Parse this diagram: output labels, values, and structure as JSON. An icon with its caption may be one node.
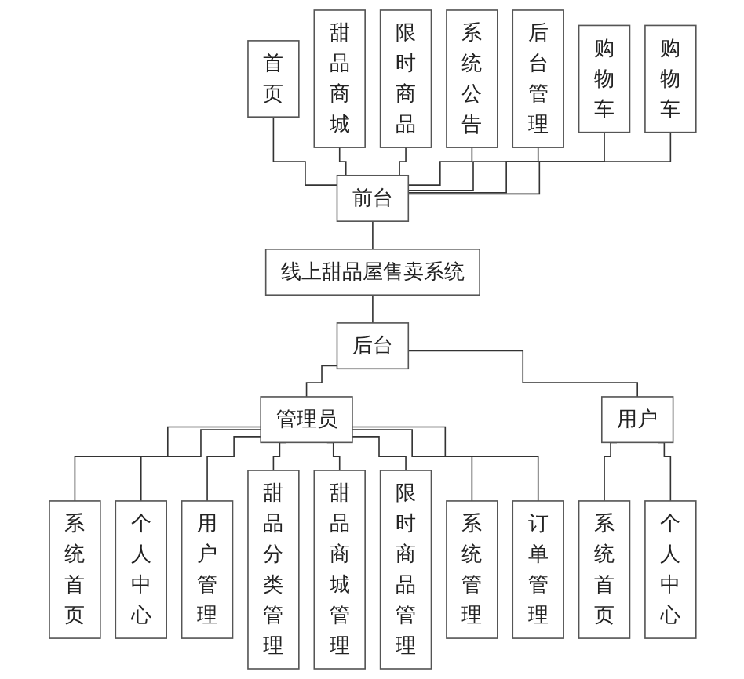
{
  "diagram": {
    "nodes": [
      {
        "text": [
          "首页"
        ]
      },
      {
        "text": [
          "甜品商城"
        ]
      },
      {
        "text": [
          "限时商品"
        ]
      },
      {
        "text": [
          "系统公告"
        ]
      },
      {
        "text": [
          "后台管理"
        ]
      },
      {
        "text": [
          "购物车"
        ]
      },
      {
        "text": [
          "购物车"
        ]
      },
      {
        "text": [
          "前台"
        ]
      },
      {
        "text": [
          "线上甜品屋售卖系统"
        ]
      },
      {
        "text": [
          "后台"
        ]
      },
      {
        "text": [
          "管理员"
        ]
      },
      {
        "text": [
          "用户"
        ]
      },
      {
        "text": [
          "系统首页"
        ]
      },
      {
        "text": [
          "个人中心"
        ]
      },
      {
        "text": [
          "用户管理"
        ]
      },
      {
        "text": [
          "甜品分类管理"
        ]
      },
      {
        "text": [
          "甜品商城管理"
        ]
      },
      {
        "text": [
          "限时商品管理"
        ]
      },
      {
        "text": [
          "系统管理"
        ]
      },
      {
        "text": [
          "订单管理"
        ]
      },
      {
        "text": [
          "系统首页"
        ]
      },
      {
        "text": [
          "个人中心"
        ]
      }
    ],
    "edges": [
      {
        "from": 0,
        "to": 7,
        "arrow": "none"
      },
      {
        "from": 1,
        "to": 7,
        "arrow": "none"
      },
      {
        "from": 2,
        "to": 7,
        "arrow": "none"
      },
      {
        "from": 3,
        "to": 7,
        "arrow": "none"
      },
      {
        "from": 4,
        "to": 7,
        "arrow": "none"
      },
      {
        "from": 5,
        "to": 7,
        "arrow": "none"
      },
      {
        "from": 6,
        "to": 7,
        "arrow": "none"
      },
      {
        "from": 7,
        "to": 8,
        "arrow": "none"
      },
      {
        "from": 8,
        "to": 9,
        "arrow": "none"
      },
      {
        "from": 9,
        "to": 10,
        "arrow": "none"
      },
      {
        "from": 9,
        "to": 11,
        "arrow": "none"
      },
      {
        "from": 10,
        "to": 12,
        "arrow": "none"
      },
      {
        "from": 10,
        "to": 13,
        "arrow": "none"
      },
      {
        "from": 10,
        "to": 14,
        "arrow": "none"
      },
      {
        "from": 10,
        "to": 15,
        "arrow": "none"
      },
      {
        "from": 10,
        "to": 16,
        "arrow": "none"
      },
      {
        "from": 10,
        "to": 17,
        "arrow": "none"
      },
      {
        "from": 10,
        "to": 18,
        "arrow": "none"
      },
      {
        "from": 10,
        "to": 19,
        "arrow": "none"
      },
      {
        "from": 11,
        "to": 20,
        "arrow": "none"
      },
      {
        "from": 11,
        "to": 21,
        "arrow": "none"
      }
    ]
  }
}
